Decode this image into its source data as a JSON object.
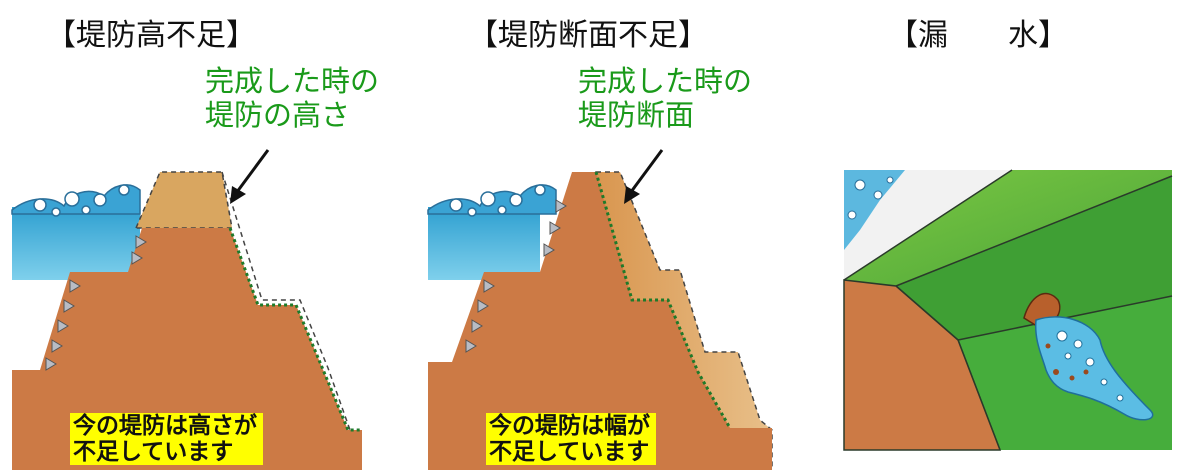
{
  "panels": [
    {
      "title": "【堤防高不足】",
      "callout_line1": "完成した時の",
      "callout_line2": "堤防の高さ",
      "note_line1": "今の堤防は高さが",
      "note_line2": "不足しています"
    },
    {
      "title": "【堤防断面不足】",
      "callout_line1": "完成した時の",
      "callout_line2": "堤防断面",
      "note_line1": "今の堤防は幅が",
      "note_line2": "不足しています"
    },
    {
      "title": "【漏　　水】"
    }
  ],
  "colors": {
    "levee_brown": "#cc7a45",
    "design_tan": "#d6a560",
    "water_blue": "#4fb4d8",
    "grass_green": "#3fa43a",
    "label_green": "#1a9a1a",
    "note_yellow": "#ffff00"
  }
}
